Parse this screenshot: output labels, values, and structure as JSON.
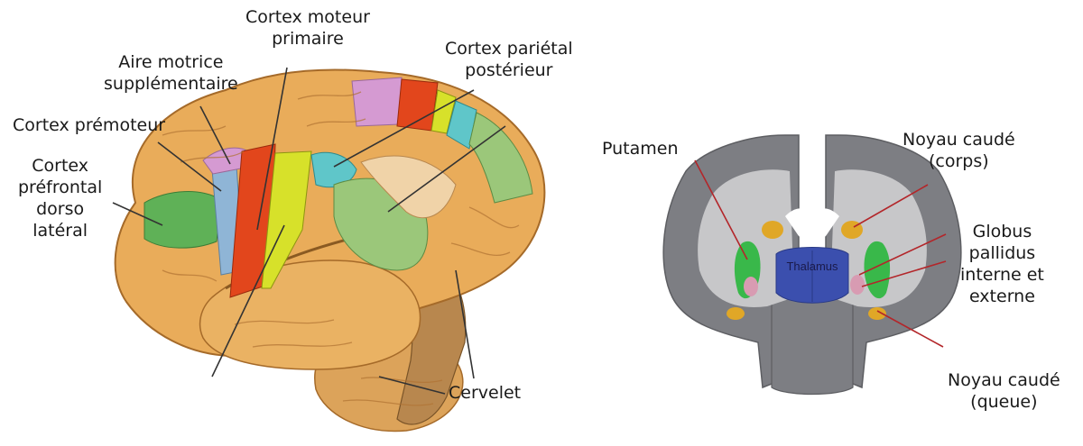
{
  "left_figure": {
    "labels": {
      "cortex_moteur_primaire": [
        "Cortex moteur",
        "primaire"
      ],
      "aire_motrice_supplementaire": [
        "Aire motrice",
        "supplémentaire"
      ],
      "cortex_parietal_posterieur": [
        "Cortex pariétal",
        "postérieur"
      ],
      "cortex_premoteur": [
        "Cortex prémoteur"
      ],
      "cortex_prefrontal": [
        "Cortex",
        "préfrontal",
        "dorso",
        "latéral"
      ],
      "cervelet": [
        "Cervelet"
      ]
    }
  },
  "right_figure": {
    "center_label": "Thalamus",
    "labels": {
      "putamen": [
        "Putamen"
      ],
      "noyau_caude_corps": [
        "Noyau caudé",
        "(corps)"
      ],
      "globus_pallidus": [
        "Globus",
        "pallidus",
        "interne et",
        "externe"
      ],
      "noyau_caude_queue": [
        "Noyau caudé",
        "(queue)"
      ]
    }
  },
  "colors": {
    "brain": "#e9ac5a",
    "brain_dark": "#b9772f",
    "prefrontal": "#5fb157",
    "premotor": "#8fb5d6",
    "sma": "#d59ad2",
    "primary_motor": "#e2461c",
    "somatosensory": "#d7e12a",
    "parietal_cyan": "#5fc6c9",
    "posterior_parietal": "#9bc77a",
    "pointer_line": "#333333",
    "section_gray": "#7d7e83",
    "white_matter": "#c7c7c9",
    "thalamus": "#3b4fae",
    "putamen": "#39b84a",
    "caudate": "#e0a727",
    "pallidus": "#d89bb2",
    "pointer_red": "#b3262a"
  }
}
